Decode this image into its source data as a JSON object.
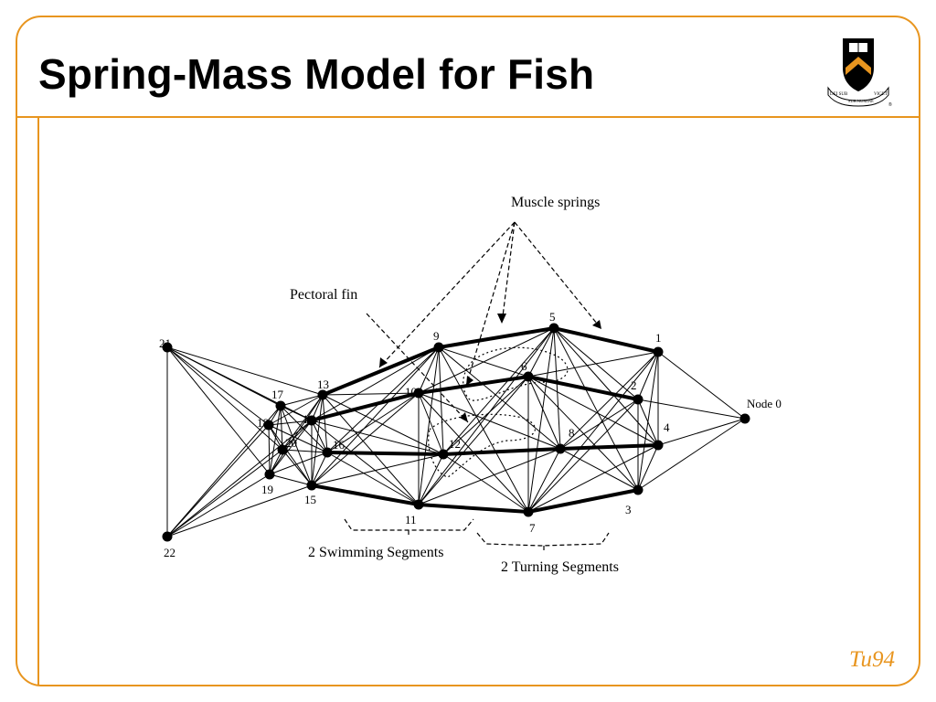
{
  "slide": {
    "title": "Spring-Mass Model for Fish",
    "credit": "Tu94"
  },
  "logo": {
    "icon": "princeton-shield-icon",
    "motto_left": "DEI SUB",
    "motto_center": "SUB NUMINE",
    "motto_right": "VIGET",
    "mark": "®",
    "colors": {
      "shield": "#000000",
      "chevron": "#e8951f",
      "ribbon": "#ffffff"
    }
  },
  "diagram": {
    "callouts": {
      "muscle_springs": "Muscle springs",
      "pectoral_fin": "Pectoral fin",
      "swimming_segments": "2 Swimming Segments",
      "turning_segments": "2 Turning Segments"
    },
    "node_labels": {
      "n0": "Node 0",
      "n1": "1",
      "n2": "2",
      "n3": "3",
      "n4": "4",
      "n5": "5",
      "n6": "6",
      "n7": "7",
      "n8": "8",
      "n9": "9",
      "n10": "10",
      "n11": "11",
      "n12": "12",
      "n13": "13",
      "n14": "14",
      "n15": "15",
      "n16": "16",
      "n17": "17",
      "n18": "18",
      "n19": "19",
      "n20": "20",
      "n21": "21",
      "n22": "22"
    }
  },
  "colors": {
    "accent": "#e8951f",
    "text": "#000000"
  }
}
